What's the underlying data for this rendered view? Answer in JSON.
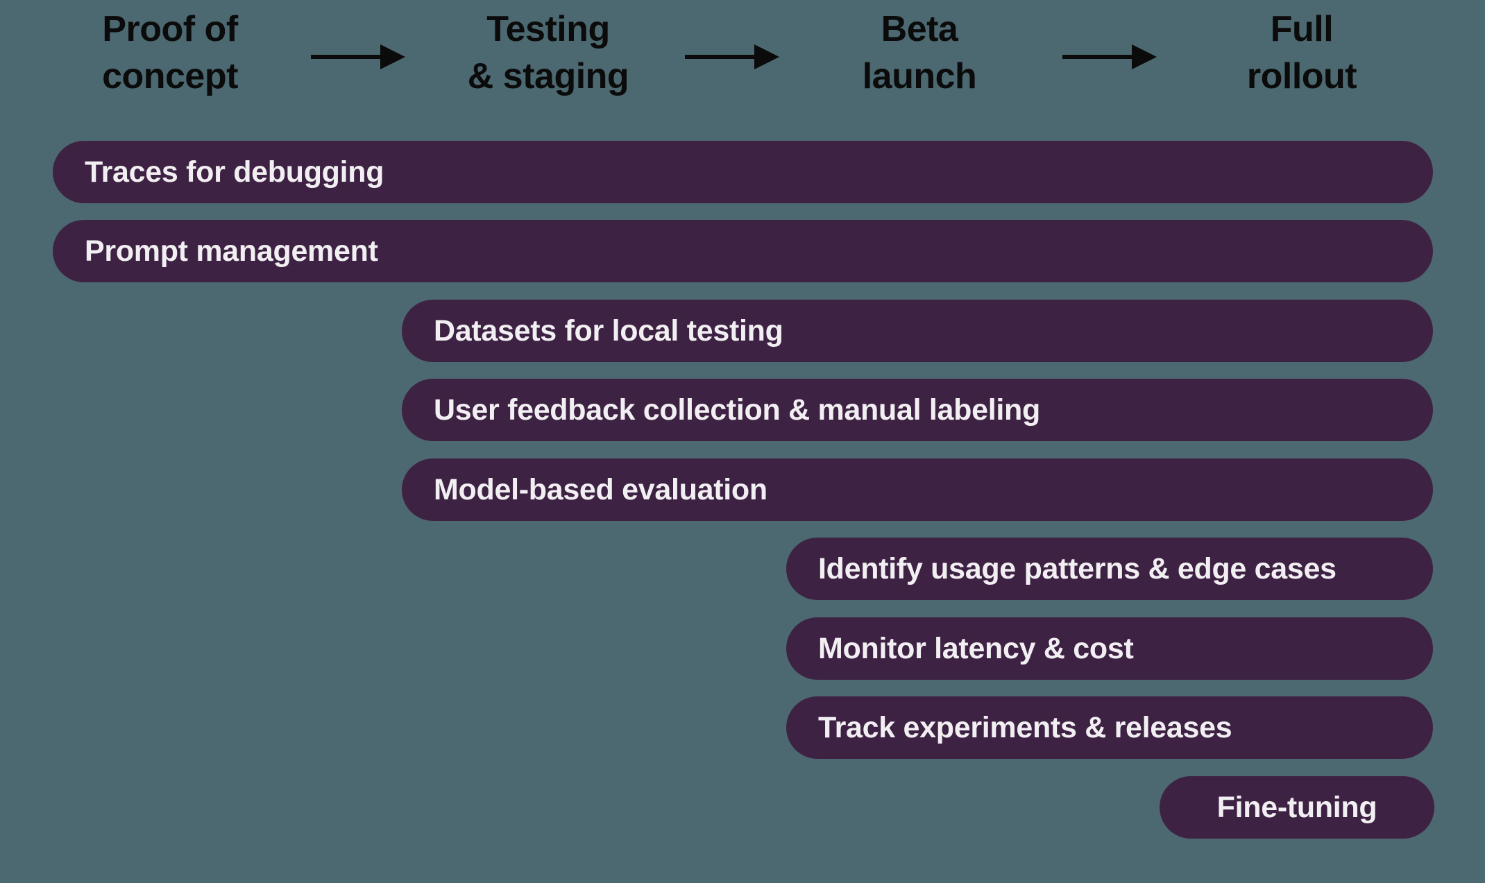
{
  "phases": [
    {
      "line1": "Proof of",
      "line2": "concept"
    },
    {
      "line1": "Testing",
      "line2": "& staging"
    },
    {
      "line1": "Beta",
      "line2": "launch"
    },
    {
      "line1": "Full",
      "line2": "rollout"
    }
  ],
  "icons": {
    "phase_arrow": "arrow-right-icon"
  },
  "bars": [
    {
      "label": "Traces for debugging",
      "phase_start": "Proof of concept",
      "phase_end": "Full rollout"
    },
    {
      "label": "Prompt management",
      "phase_start": "Proof of concept",
      "phase_end": "Full rollout"
    },
    {
      "label": "Datasets for local testing",
      "phase_start": "Testing & staging",
      "phase_end": "Full rollout"
    },
    {
      "label": "User feedback collection & manual labeling",
      "phase_start": "Testing & staging",
      "phase_end": "Full rollout"
    },
    {
      "label": "Model-based evaluation",
      "phase_start": "Testing & staging",
      "phase_end": "Full rollout"
    },
    {
      "label": "Identify usage patterns & edge cases",
      "phase_start": "Beta launch",
      "phase_end": "Full rollout"
    },
    {
      "label": "Monitor latency & cost",
      "phase_start": "Beta launch",
      "phase_end": "Full rollout"
    },
    {
      "label": "Track experiments & releases",
      "phase_start": "Beta launch",
      "phase_end": "Full rollout"
    },
    {
      "label": "Fine-tuning",
      "phase_start": "Full rollout",
      "phase_end": "Full rollout"
    }
  ],
  "colors": {
    "background": "#4C6870",
    "bar_fill": "#3E2244",
    "bar_text": "#F2EFF2",
    "heading_text": "#0B0B0B",
    "arrow": "#0B0B0B"
  }
}
